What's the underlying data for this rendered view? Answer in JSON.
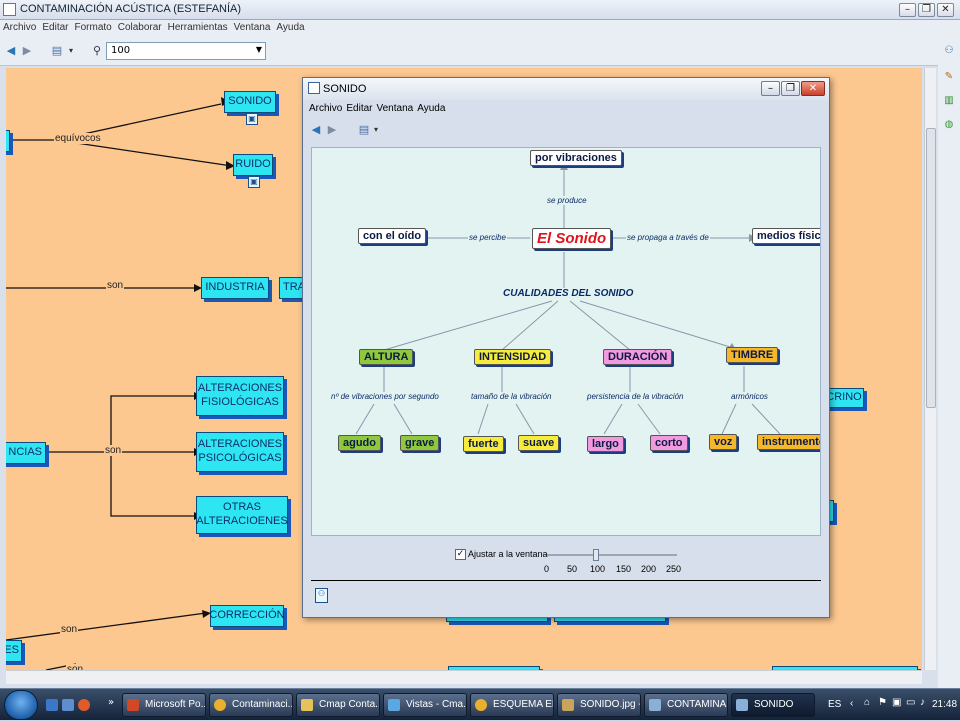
{
  "window": {
    "title": "CONTAMINACIÓN ACÚSTICA (ESTEFANÍA)"
  },
  "menu": [
    "Archivo",
    "Editar",
    "Formato",
    "Colaborar",
    "Herramientas",
    "Ventana",
    "Ayuda"
  ],
  "toolbar": {
    "zoom_value": "100"
  },
  "bg_map": {
    "links": {
      "equivocos": "equívocos",
      "son1": "son",
      "son2": "son",
      "son3": "son",
      "son4": "son"
    },
    "nodes": {
      "sonido": "SONIDO",
      "ruido": "RUIDO",
      "industria": "INDUSTRIA",
      "tra": "TRA",
      "alt_fis": "ALTERACIONES\nFISIOLÓGICAS",
      "alt_psi": "ALTERACIONES\nPSICOLÓGICAS",
      "otras": "OTRAS\nALTERACIOENES",
      "correccion": "CORRECCIÓN",
      "ncias": "NCIAS",
      "es": "ES",
      "crino": "CRINO"
    }
  },
  "dialog": {
    "title": "SONIDO",
    "menu": [
      "Archivo",
      "Editar",
      "Ventana",
      "Ayuda"
    ],
    "fit_label": "Ajustar a la ventana",
    "fit_checked": "✓",
    "zoom_ticks": [
      "0",
      "50",
      "100",
      "150",
      "200",
      "250"
    ],
    "zoom_value_fraction": 0.4
  },
  "concept_map": {
    "center": "El Sonido",
    "top": "por vibraciones",
    "top_link": "se produce",
    "left": "con el oído",
    "left_link": "se percibe",
    "right": "medios físicos",
    "right_link": "se propaga a través de",
    "qualities": "CUALIDADES DEL SONIDO",
    "altura": "ALTURA",
    "altura_link": "nº de vibraciones por segundo",
    "agudo": "agudo",
    "grave": "grave",
    "intensidad": "INTENSIDAD",
    "intensidad_link": "tamaño de la vibración",
    "fuerte": "fuerte",
    "suave": "suave",
    "duracion": "DURACIÓN",
    "duracion_link": "persistencia de la vibración",
    "largo": "largo",
    "corto": "corto",
    "timbre": "TIMBRE",
    "timbre_link": "armónicos",
    "voz": "voz",
    "instrumentos": "instrumentos",
    "colors": {
      "green": "#8fc83c",
      "yellow": "#f7ec3c",
      "pink": "#f29ae0",
      "orange": "#f5b82a",
      "center_text": "#e0141c"
    }
  },
  "taskbar": {
    "tasks": [
      "Microsoft Po...",
      "Contaminaci...",
      "Cmap Conta...",
      "Vistas - Cma...",
      "ESQUEMA EL...",
      "SONIDO.jpg -...",
      "CONTAMINA...",
      "SONIDO"
    ],
    "lang": "ES",
    "time": "21:48"
  }
}
